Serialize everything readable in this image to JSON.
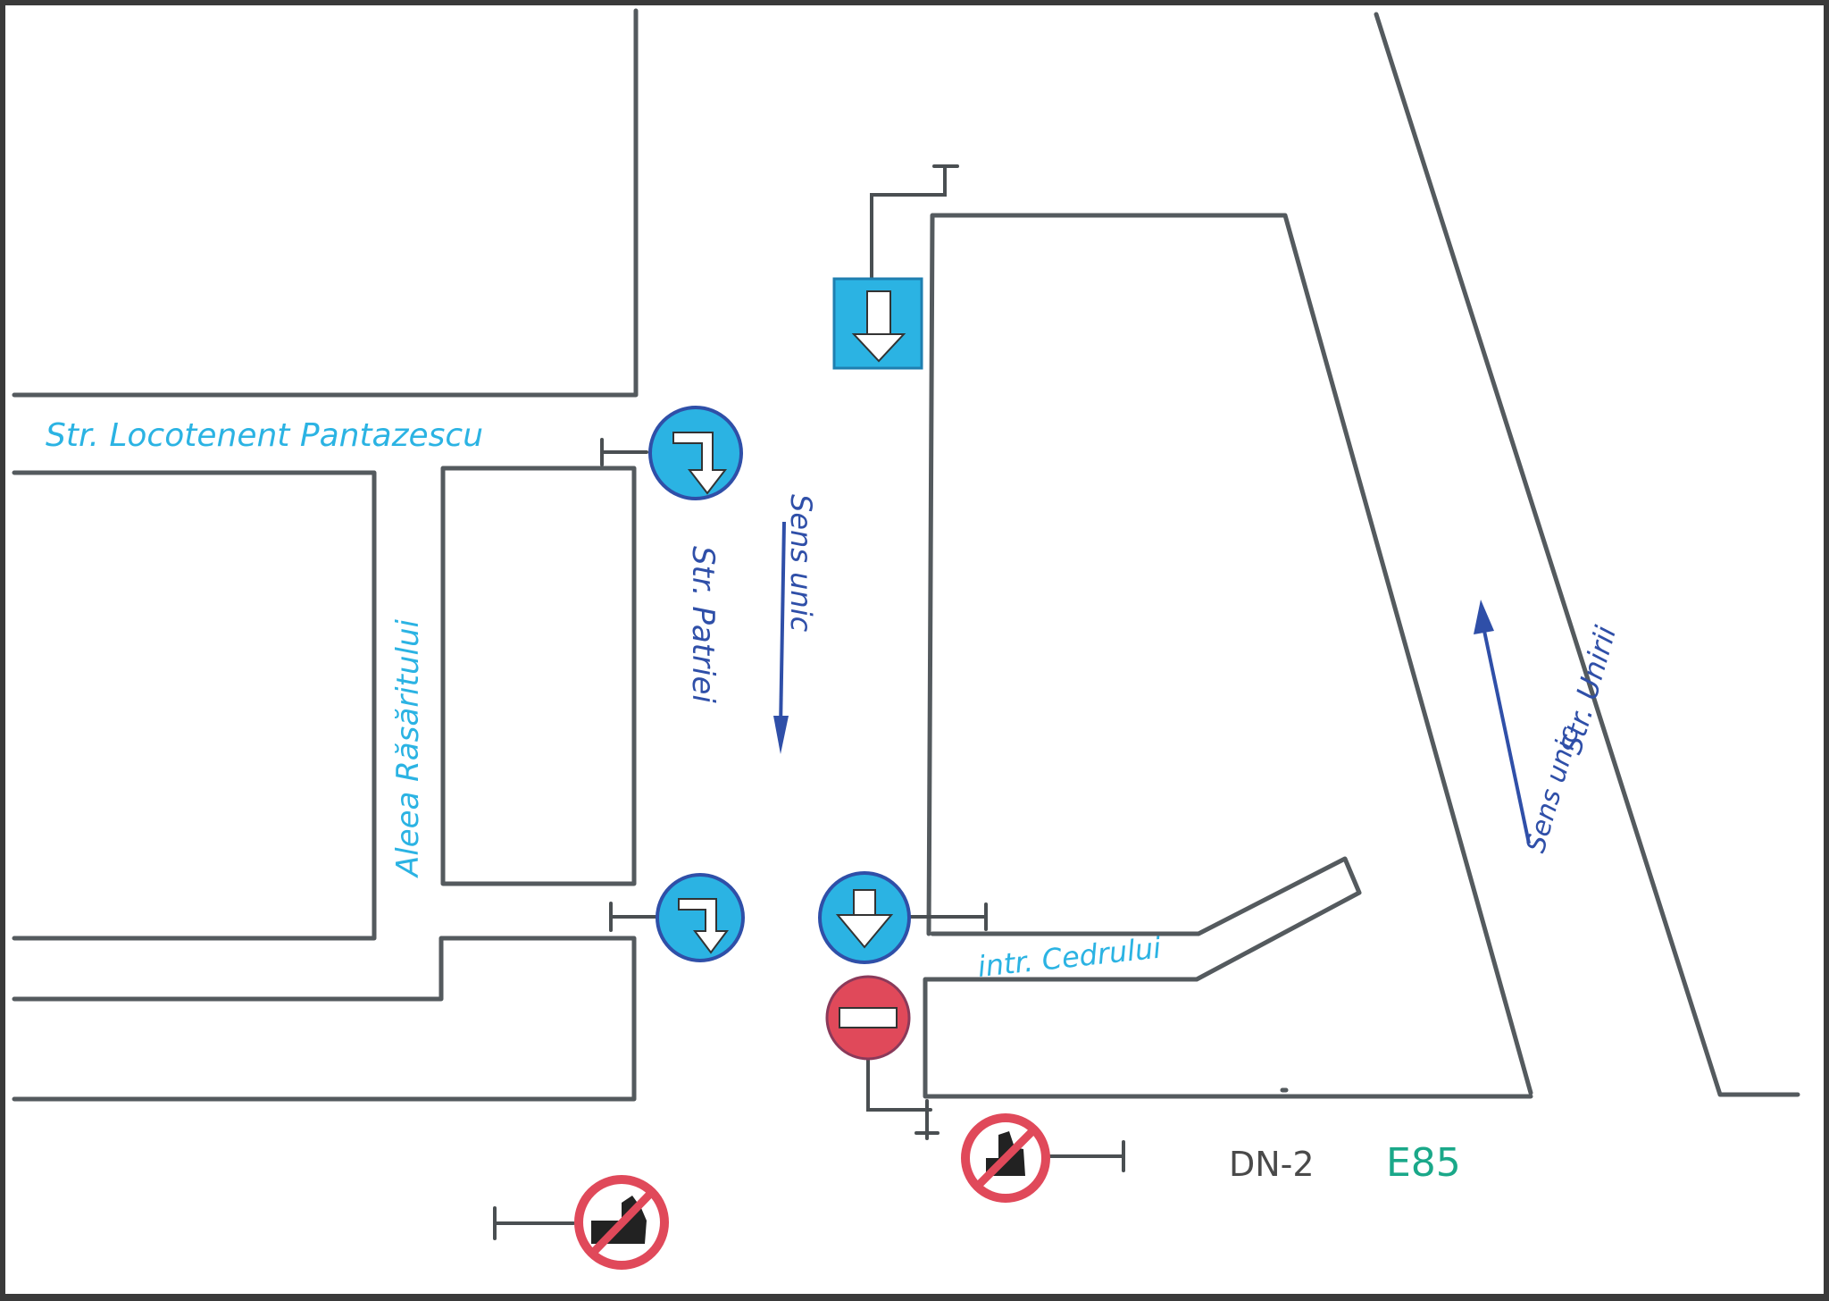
{
  "streets": {
    "pantazescu": "Str. Locotenent Pantazescu",
    "rasaritului": "Aleea Răsăritului",
    "patriei": "Str. Patriei",
    "cedrului": "intr. Cedrului",
    "unirii": "Str. Unirii",
    "dn2": "DN-2",
    "e85": "E85"
  },
  "directions": {
    "sens_unic_patriei": "Sens unic",
    "sens_unic_unirii": "Sens unic"
  },
  "signs": [
    {
      "type": "one-way-road",
      "icon": "down-arrow-icon"
    },
    {
      "type": "turn-right-mandatory",
      "icon": "turn-right-arrow-icon"
    },
    {
      "type": "turn-right-mandatory",
      "icon": "turn-right-arrow-icon"
    },
    {
      "type": "straight-ahead-mandatory",
      "icon": "down-arrow-icon"
    },
    {
      "type": "no-entry",
      "icon": "no-entry-bar-icon"
    },
    {
      "type": "no-trucks",
      "icon": "truck-icon"
    },
    {
      "type": "no-trucks",
      "icon": "truck-icon"
    }
  ],
  "colors": {
    "road_lines": "#545a5e",
    "mandatory_sign": "#2bb3e3",
    "prohibition_sign": "#e0495a",
    "street_label": "#2bb3e3",
    "direction_label": "#2f4fa8",
    "european_route": "#1aa889"
  }
}
